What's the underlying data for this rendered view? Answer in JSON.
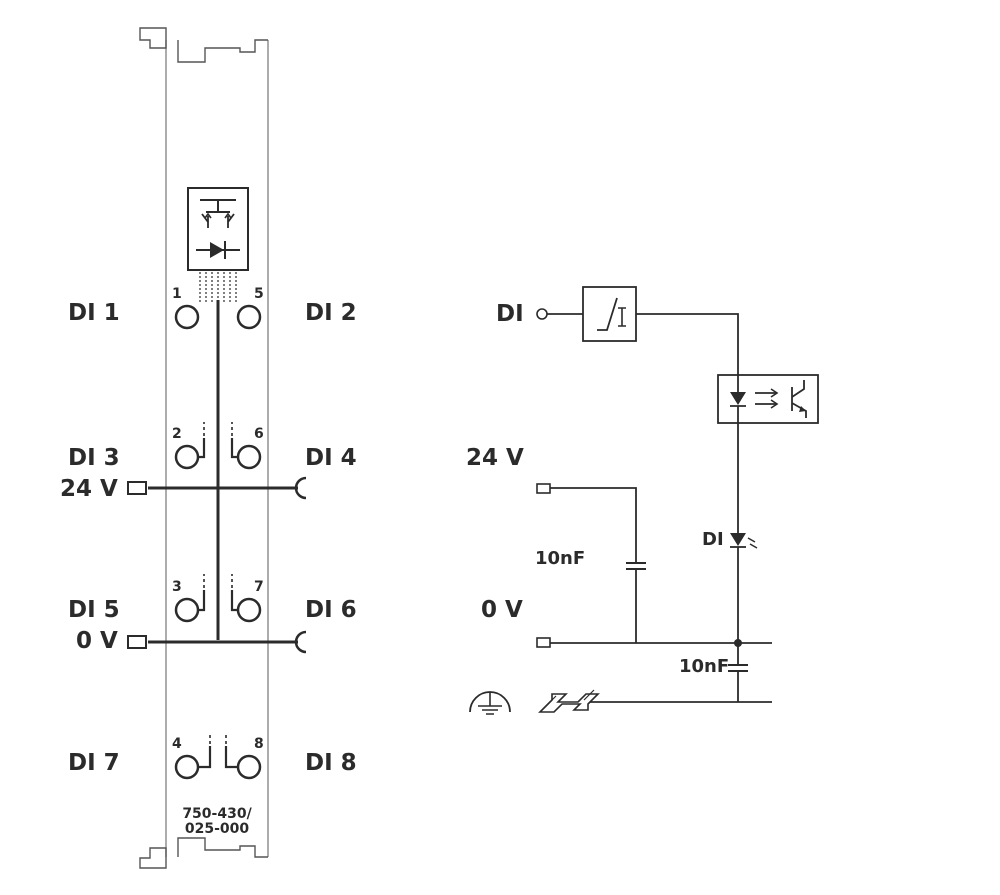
{
  "module": {
    "part_number_line1": "750-430/",
    "part_number_line2": "025-000",
    "pins": [
      "1",
      "2",
      "3",
      "4",
      "5",
      "6",
      "7",
      "8"
    ],
    "left_labels": [
      "DI 1",
      "DI 3",
      "24 V",
      "DI 5",
      "0 V",
      "DI 7"
    ],
    "right_labels": [
      "DI 2",
      "DI 4",
      "DI 6",
      "DI 8"
    ]
  },
  "schematic": {
    "input_label": "DI",
    "supply_24v_label": "24 V",
    "supply_0v_label": "0 V",
    "capacitor_1_label": "10nF",
    "capacitor_2_label": "10nF",
    "led_label": "DI"
  },
  "colors": {
    "line": "#2b2b2b",
    "module_outline": "#777777"
  }
}
